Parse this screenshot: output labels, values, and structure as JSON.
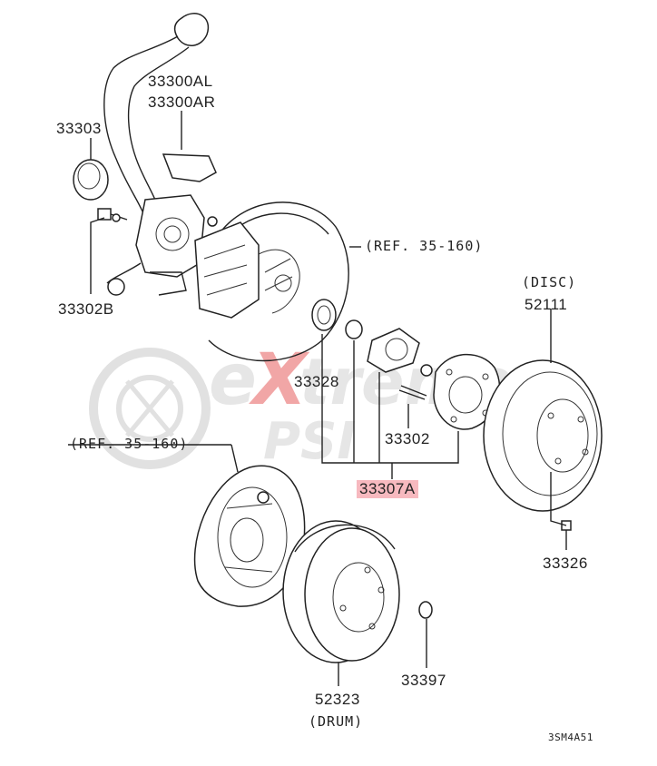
{
  "labels": {
    "knuckle_left": "33300AL",
    "knuckle_right": "33300AR",
    "cap": "33303",
    "bolt": "33302B",
    "ref_upper": "(REF. 35-160)",
    "ring": "33328",
    "stud": "33302",
    "assembly": "33307A",
    "ref_lower": "(REF. 35-160)",
    "disc_note": "(DISC)",
    "disc_part": "52111",
    "nut": "33326",
    "drum_part": "52323",
    "drum_note": "(DRUM)",
    "washer": "33397",
    "diagram_code": "3SM4A51"
  },
  "watermark": {
    "text_top": "extreme",
    "text_bottom": "PSI",
    "color": "#c9c9c9",
    "accent": "#e23b3b"
  },
  "colors": {
    "highlight": "#f7b9bf",
    "line": "#222222"
  }
}
